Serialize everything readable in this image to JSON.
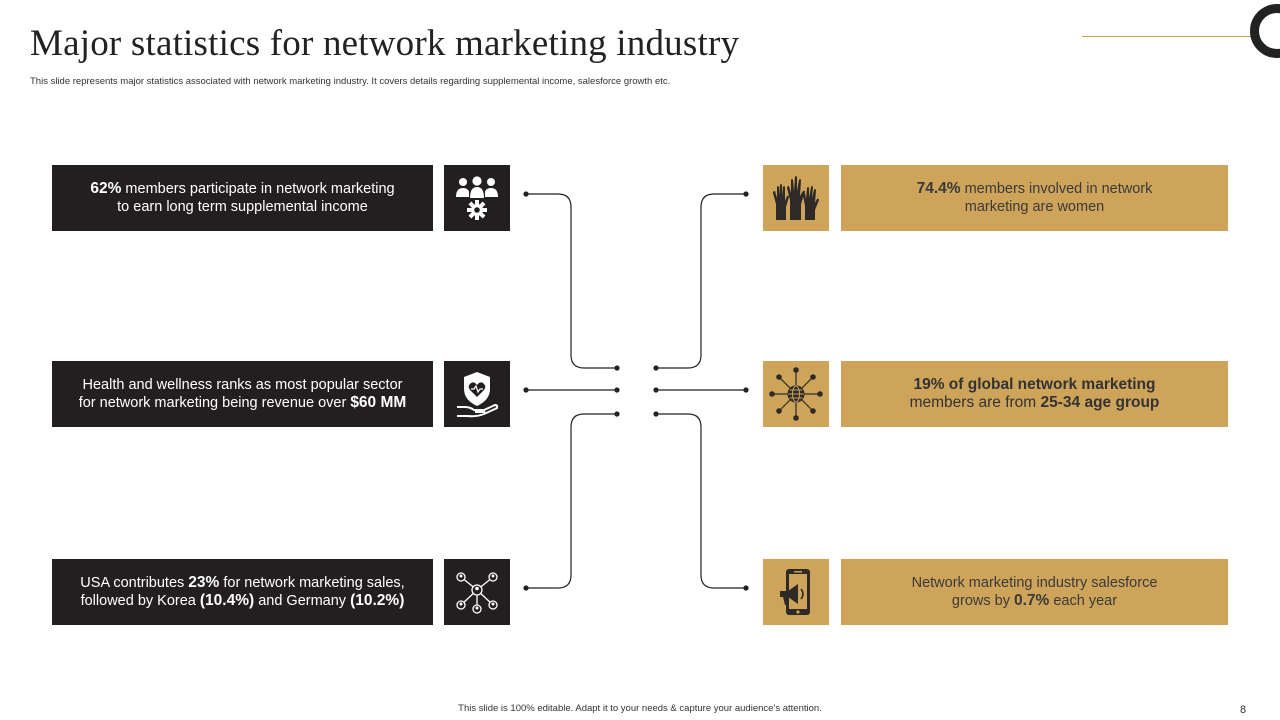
{
  "slide": {
    "title": "Major statistics for network marketing industry",
    "subtitle": "This slide represents major statistics associated with network marketing industry. It covers details regarding supplemental income,  salesforce growth etc.",
    "footer": "This slide is 100% editable.  Adapt it to your needs & capture your audience’s attention.",
    "page_number": "8"
  },
  "left_items": [
    {
      "icon": "team-gear-icon",
      "l1a": "62%",
      "l1b": " members participate in network marketing",
      "l2": "to earn long term supplemental income"
    },
    {
      "icon": "heart-shield-hand-icon",
      "l1": "Health and wellness ranks as most popular sector",
      "l2a": "for network marketing being revenue over ",
      "l2b": "$60 MM"
    },
    {
      "icon": "network-people-icon",
      "l1a": "USA contributes ",
      "l1b": "23%",
      "l1c": " for network marketing sales,",
      "l2a": "followed by Korea ",
      "l2b": "(10.4%)",
      "l2c": " and Germany ",
      "l2d": "(10.2%)"
    }
  ],
  "right_items": [
    {
      "icon": "raised-hands-icon",
      "l1a": "74.4%",
      "l1b": " members involved in network",
      "l2": "marketing are women"
    },
    {
      "icon": "global-network-icon",
      "l1": "19% of global network marketing",
      "l2a": "members are from ",
      "l2b": "25-34 age group"
    },
    {
      "icon": "mobile-megaphone-icon",
      "l1": "Network marketing industry salesforce",
      "l2a": "grows by ",
      "l2b": "0.7%",
      "l2c": " each year"
    }
  ],
  "colors": {
    "dark": "#231f20",
    "gold": "#cda45a",
    "line": "#222222",
    "accent_line": "#c9a655"
  }
}
